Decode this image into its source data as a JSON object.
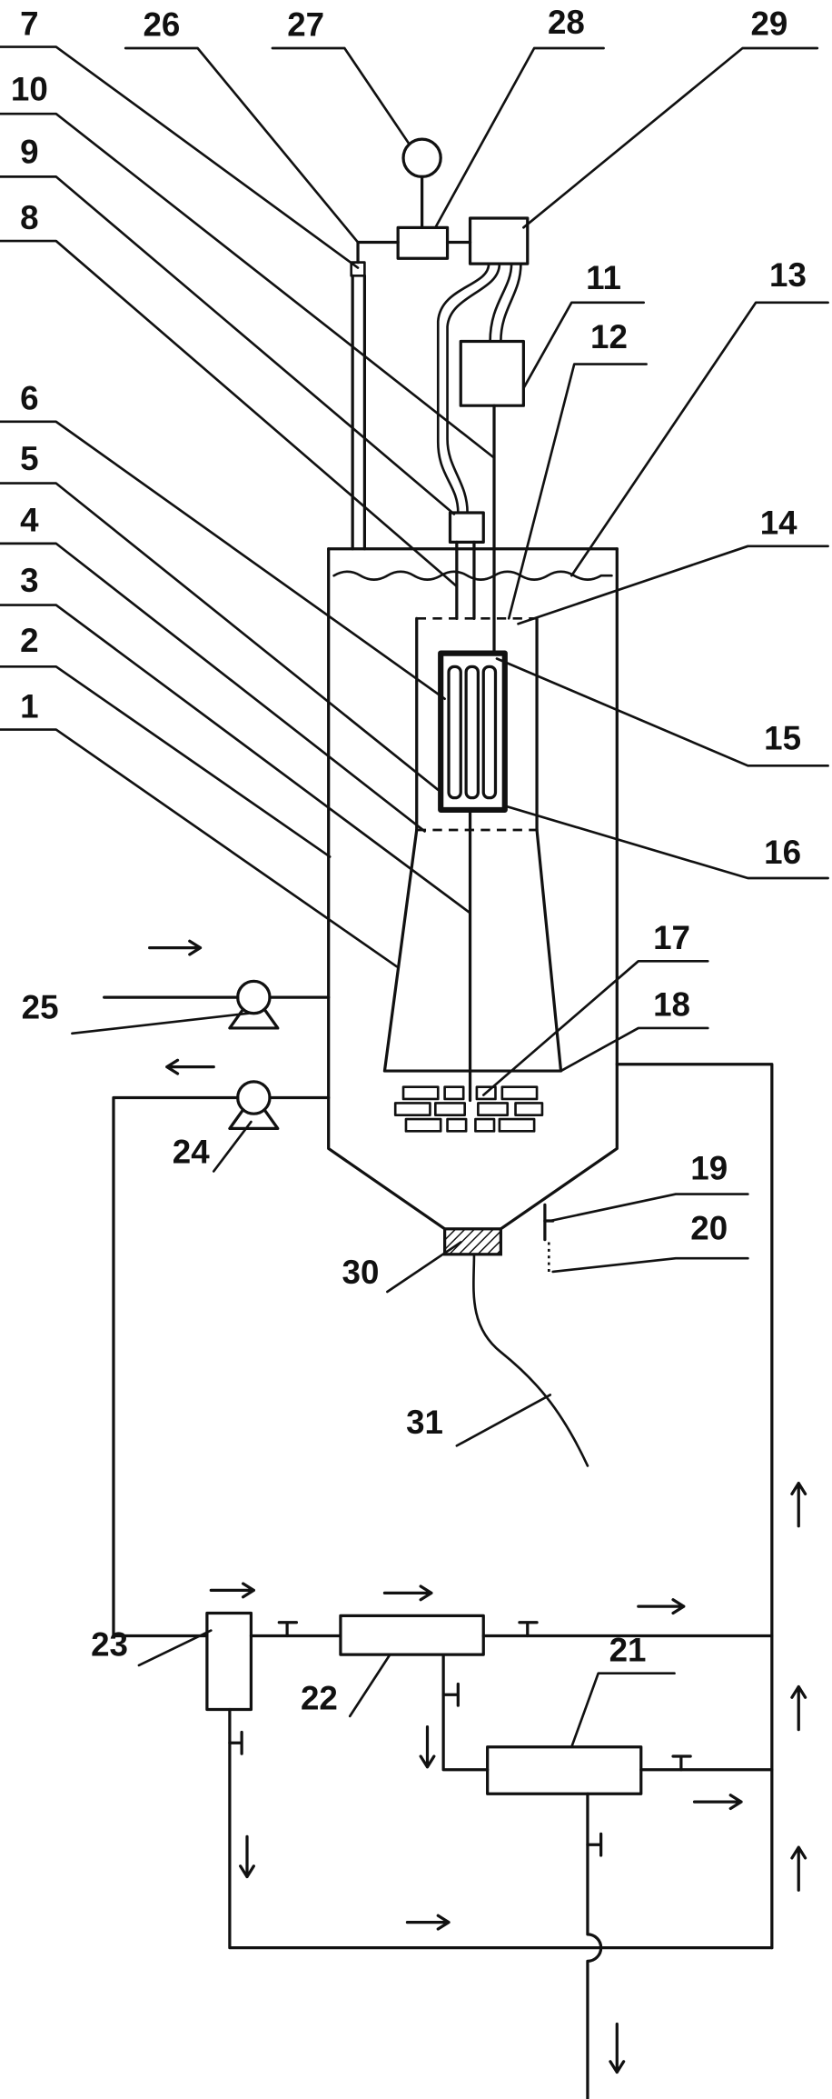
{
  "callouts": {
    "n1": "1",
    "n2": "2",
    "n3": "3",
    "n4": "4",
    "n5": "5",
    "n6": "6",
    "n7": "7",
    "n8": "8",
    "n9": "9",
    "n10": "10",
    "n11": "11",
    "n12": "12",
    "n13": "13",
    "n14": "14",
    "n15": "15",
    "n16": "16",
    "n17": "17",
    "n18": "18",
    "n19": "19",
    "n20": "20",
    "n21": "21",
    "n22": "22",
    "n23": "23",
    "n24": "24",
    "n25": "25",
    "n26": "26",
    "n27": "27",
    "n28": "28",
    "n29": "29",
    "n30": "30",
    "n31": "31"
  }
}
